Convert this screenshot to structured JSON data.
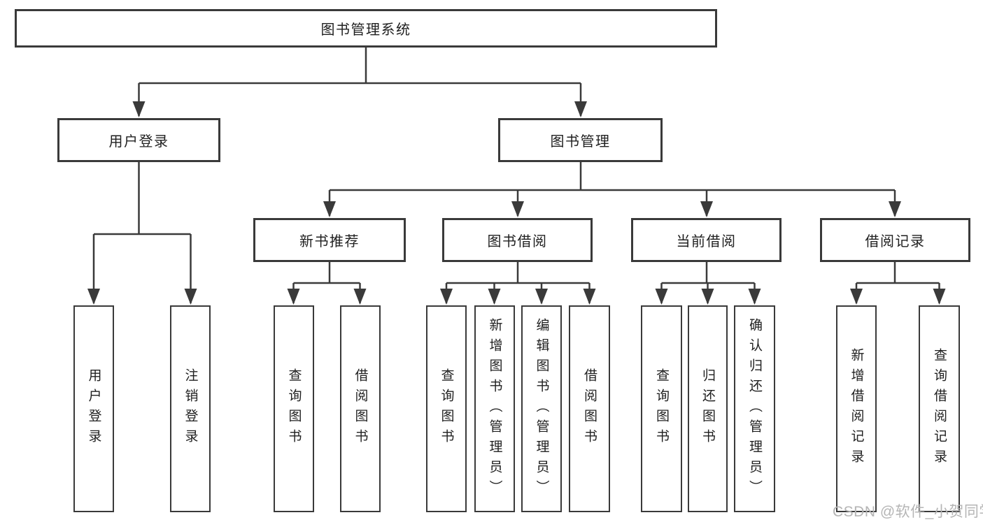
{
  "tree": {
    "root": {
      "label": "图书管理系统"
    },
    "branches": [
      {
        "label": "用户登录",
        "children": [
          {
            "label": "用户登录"
          },
          {
            "label": "注销登录"
          }
        ]
      },
      {
        "label": "图书管理",
        "children": [
          {
            "label": "新书推荐",
            "children": [
              {
                "label": "查询图书"
              },
              {
                "label": "借阅图书"
              }
            ]
          },
          {
            "label": "图书借阅",
            "children": [
              {
                "label": "查询图书"
              },
              {
                "label": "新增图书（管理员）"
              },
              {
                "label": "编辑图书（管理员）"
              },
              {
                "label": "借阅图书"
              }
            ]
          },
          {
            "label": "当前借阅",
            "children": [
              {
                "label": "查询图书"
              },
              {
                "label": "归还图书"
              },
              {
                "label": "确认归还（管理员）"
              }
            ]
          },
          {
            "label": "借阅记录",
            "children": [
              {
                "label": "新增借阅记录"
              },
              {
                "label": "查询借阅记录"
              }
            ]
          }
        ]
      }
    ]
  },
  "colors": {
    "line": "#3a3a3a",
    "text": "#1f1f1f",
    "background": "#ffffff",
    "watermark": "#b5b5b5"
  },
  "watermark": {
    "text": "CSDN @软件_小贺同学"
  }
}
